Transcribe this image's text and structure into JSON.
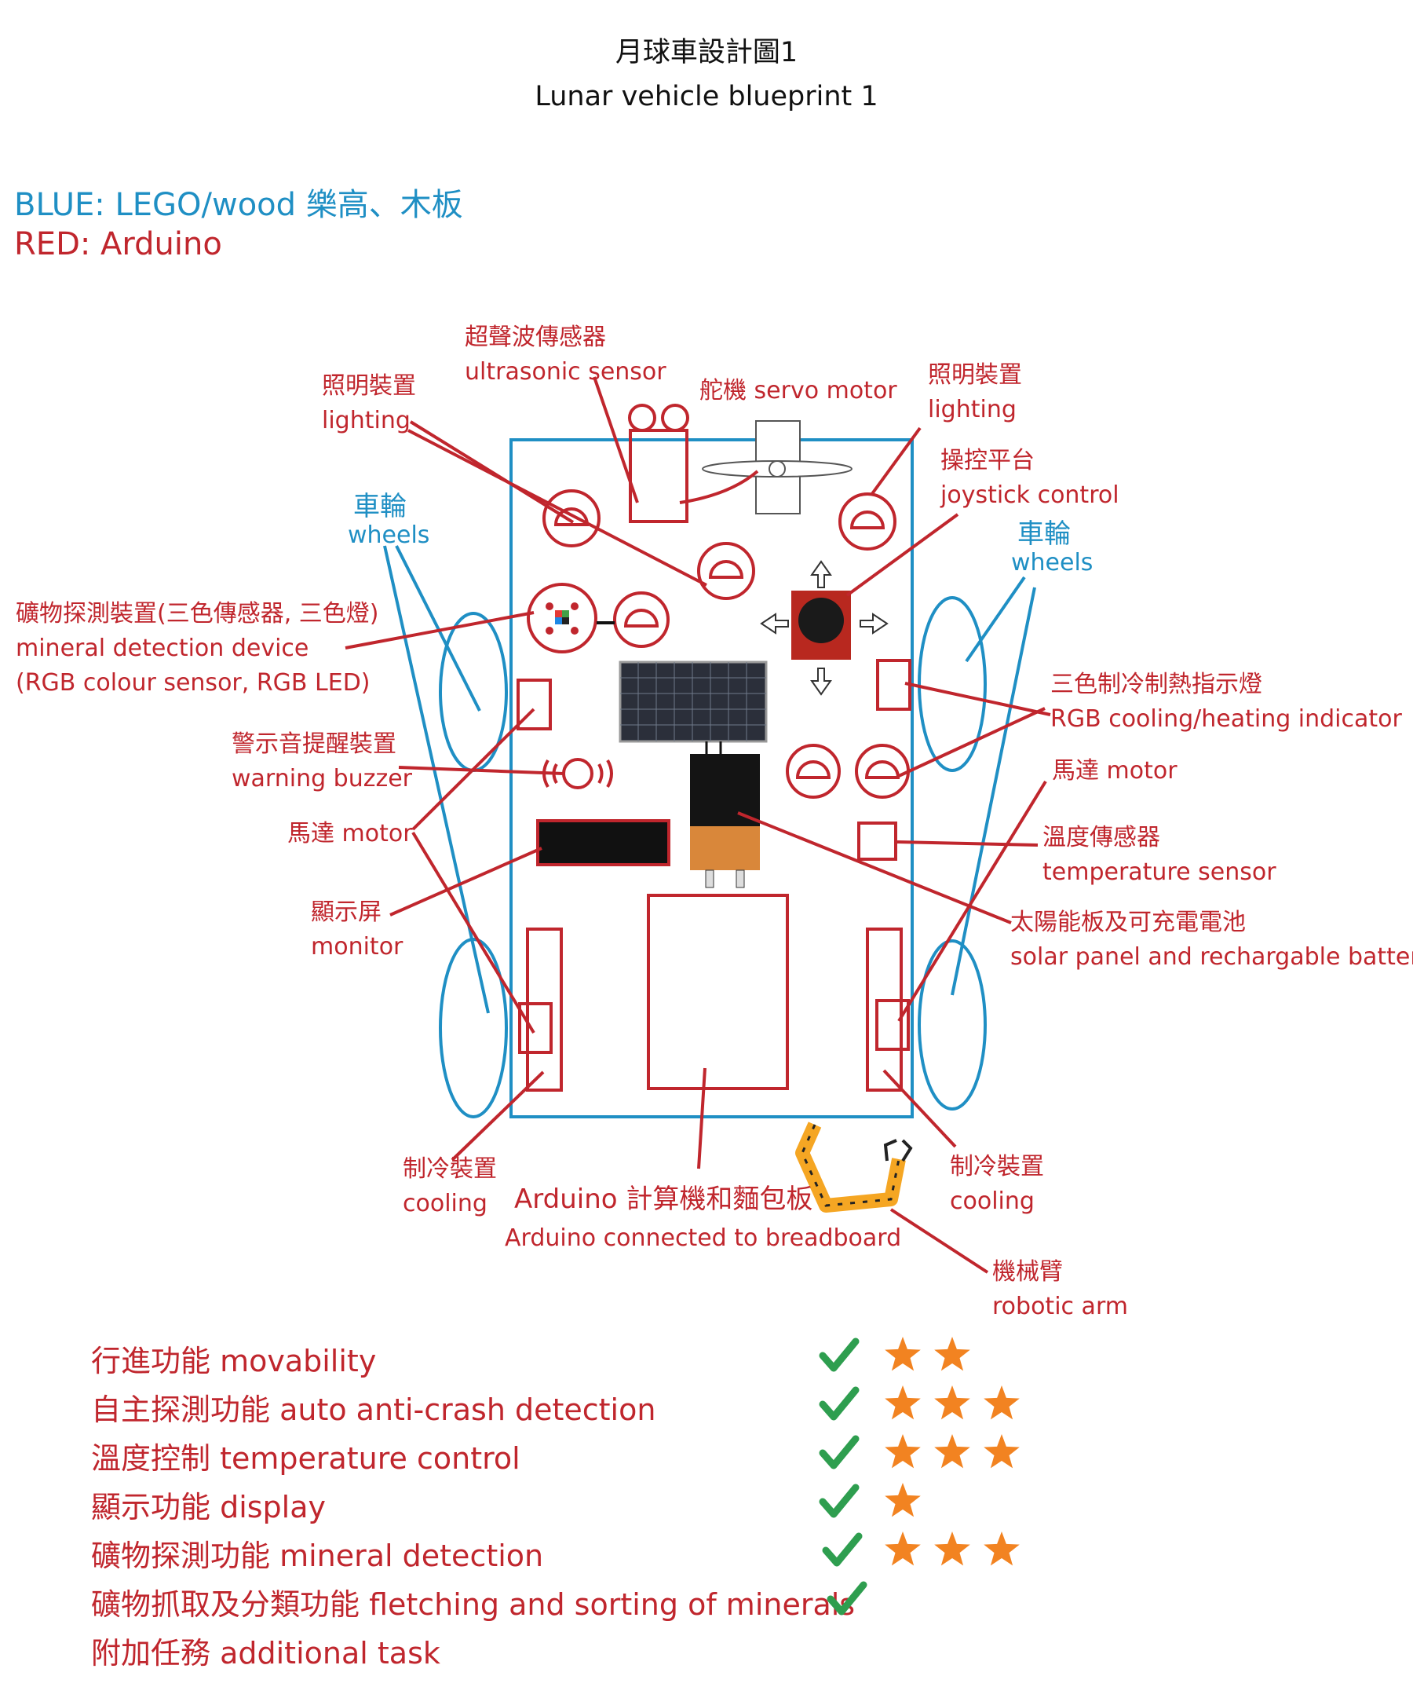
{
  "title": {
    "zh": "月球車設計圖1",
    "en": "Lunar vehicle blueprint 1"
  },
  "legend": {
    "blue": "BLUE: LEGO/wood 樂高、木板",
    "red": "RED: Arduino"
  },
  "colors": {
    "red": "#c0262d",
    "blue": "#1f8fc4",
    "check": "#2e9e4f",
    "star": "#f28321",
    "orange": "#f5a623"
  },
  "labels": {
    "ultrasonic": {
      "zh": "超聲波傳感器",
      "en": "ultrasonic sensor"
    },
    "servo": {
      "text": "舵機 servo motor"
    },
    "lighting_left": {
      "zh": "照明裝置",
      "en": "lighting"
    },
    "lighting_right": {
      "zh": "照明裝置",
      "en": "lighting"
    },
    "joystick": {
      "zh": "操控平台",
      "en": "joystick control"
    },
    "wheels_left": {
      "zh": "車輪",
      "en": "wheels"
    },
    "wheels_right": {
      "zh": "車輪",
      "en": "wheels"
    },
    "mineral": {
      "zh": "礦物探測裝置(三色傳感器, 三色燈)",
      "en": "mineral detection device",
      "en2": "(RGB colour sensor, RGB LED)"
    },
    "rgb_indicator": {
      "zh": "三色制冷制熱指示燈",
      "en": "RGB cooling/heating indicator"
    },
    "buzzer": {
      "zh": "警示音提醒裝置",
      "en": "warning buzzer"
    },
    "motor_left": {
      "text": "馬達 motor"
    },
    "motor_right": {
      "text": "馬達 motor"
    },
    "temperature": {
      "zh": "溫度傳感器",
      "en": "temperature sensor"
    },
    "monitor": {
      "zh": "顯示屏",
      "en": "monitor"
    },
    "solar": {
      "zh": "太陽能板及可充電電池",
      "en": "solar panel and rechargable battery"
    },
    "cooling_left": {
      "zh": "制冷裝置",
      "en": "cooling"
    },
    "cooling_right": {
      "zh": "制冷裝置",
      "en": "cooling"
    },
    "arduino": {
      "zh": "Arduino 計算機和麵包板",
      "en": "Arduino connected to breadboard"
    },
    "robotic_arm": {
      "zh": "機械臂",
      "en": "robotic arm"
    }
  },
  "features": [
    {
      "label": "行進功能 movability",
      "checked": true,
      "stars": 2
    },
    {
      "label": "自主探測功能 auto anti-crash detection",
      "checked": true,
      "stars": 3
    },
    {
      "label": "溫度控制 temperature control",
      "checked": true,
      "stars": 3
    },
    {
      "label": "顯示功能 display",
      "checked": true,
      "stars": 1
    },
    {
      "label": "礦物探測功能 mineral detection",
      "checked": true,
      "stars": 3
    },
    {
      "label": "礦物抓取及分類功能 fletching and sorting of minerals",
      "checked": true,
      "stars": 0
    },
    {
      "label": "附加任務 additional task",
      "checked": false,
      "stars": 0
    }
  ]
}
